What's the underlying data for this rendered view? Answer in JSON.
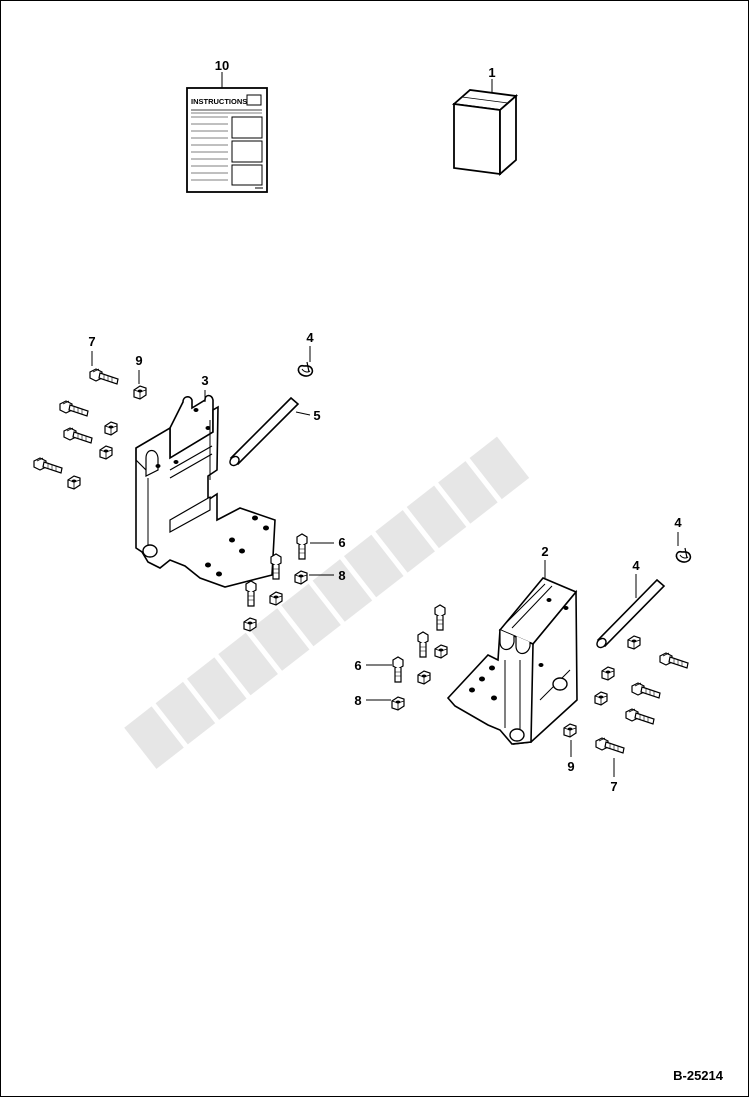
{
  "figure_id": "B-25214",
  "instruction_sheet": {
    "title": "INSTRUCTIONS"
  },
  "callouts": {
    "c10": "10",
    "c1": "1",
    "c7a": "7",
    "c9a": "9",
    "c4a": "4",
    "c3": "3",
    "c5": "5",
    "c6a": "6",
    "c8a": "8",
    "c4b": "4",
    "c2": "2",
    "c4c": "4",
    "c6b": "6",
    "c8b": "8",
    "c9b": "9",
    "c7b": "7"
  },
  "colors": {
    "line": "#000000",
    "background": "#ffffff",
    "watermark": "#e6e6e6"
  }
}
